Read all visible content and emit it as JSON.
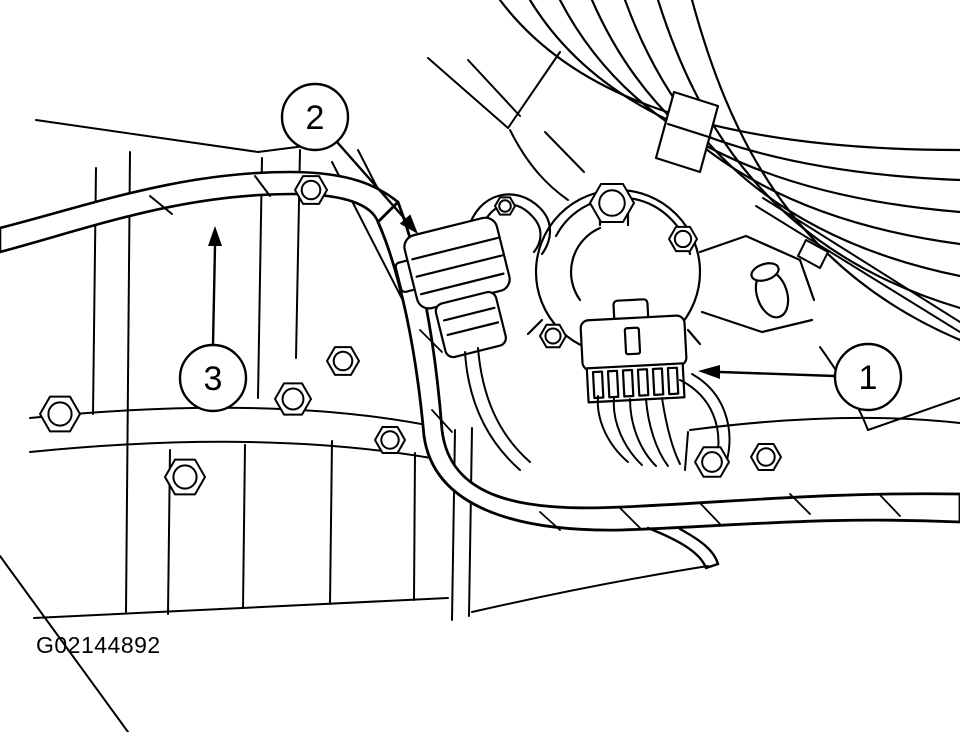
{
  "figure": {
    "code": "G02144892"
  },
  "callouts": [
    {
      "label": "1"
    },
    {
      "label": "2"
    },
    {
      "label": "3"
    }
  ],
  "colors": {
    "line": "#000000",
    "background": "#ffffff"
  }
}
